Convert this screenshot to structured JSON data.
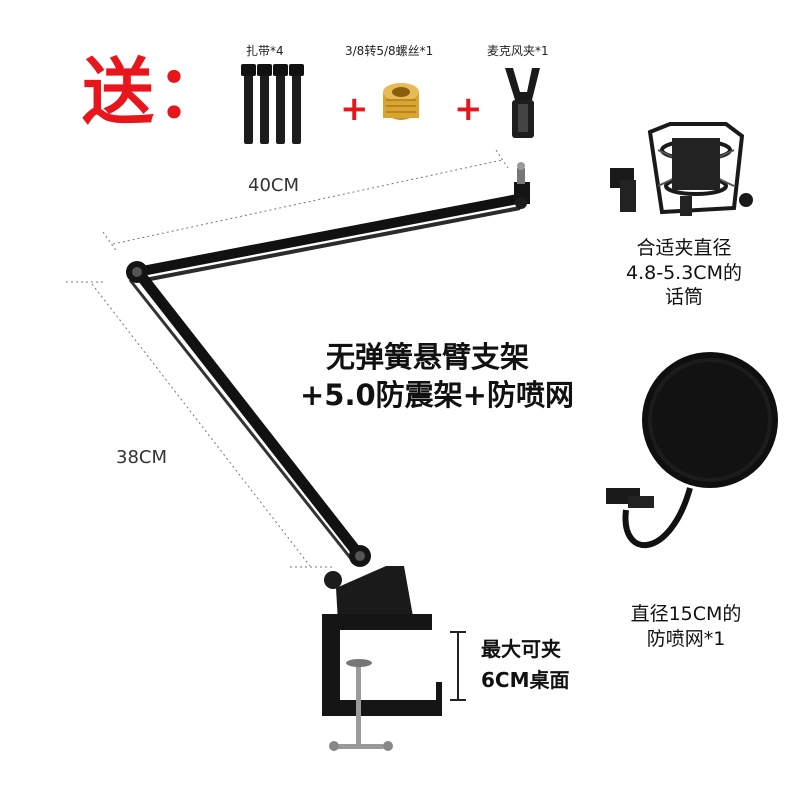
{
  "promo": {
    "gift_label": "送：",
    "accent_color": "#e8151b",
    "plus_sign": "+",
    "gifts": [
      {
        "label": "扎带*4",
        "icon": "cable-ties-icon"
      },
      {
        "label": "3/8转5/8螺丝*1",
        "icon": "brass-screw-adapter-icon"
      },
      {
        "label": "麦克风夹*1",
        "icon": "mic-clip-icon"
      }
    ]
  },
  "dimensions": {
    "upper_arm": "40CM",
    "lower_arm": "38CM"
  },
  "headline": {
    "line1": "无弹簧悬臂支架",
    "line2": "+5.0防震架+防喷网"
  },
  "shock_mount": {
    "caption_line1": "合适夹直径",
    "caption_line2": "4.8-5.3CM的",
    "caption_line3": "话筒"
  },
  "pop_filter": {
    "caption_line1": "直径15CM的",
    "caption_line2": "防喷网*1"
  },
  "clamp": {
    "caption_line1": "最大可夹",
    "caption_line2": "6CM桌面"
  }
}
